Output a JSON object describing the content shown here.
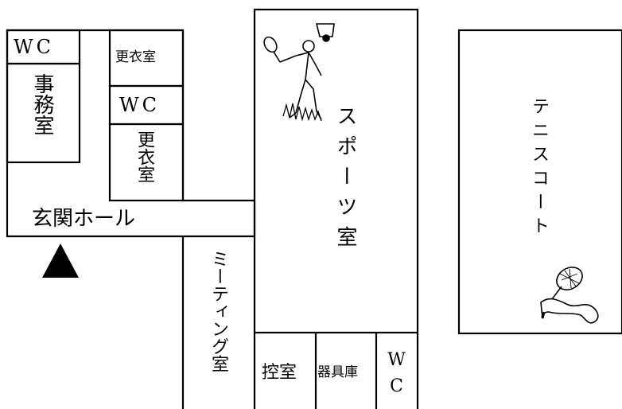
{
  "rooms": {
    "wc_top_left": "WC",
    "office": "事務室",
    "changing_room_1": "更衣室",
    "wc_middle": "WC",
    "changing_room_2": "更衣室",
    "entrance_hall": "玄関ホール",
    "meeting_room": "ミーティング室",
    "sports_room": "スポーツ室",
    "waiting_room": "控室",
    "equipment_room": "器具庫",
    "wc_bottom": "WC",
    "tennis_court": "テニスコート"
  },
  "icons": {
    "entrance_marker": "entrance-triangle-icon",
    "sports_illustration": "badminton-player-icon",
    "tennis_illustration": "tennis-racket-icon"
  }
}
